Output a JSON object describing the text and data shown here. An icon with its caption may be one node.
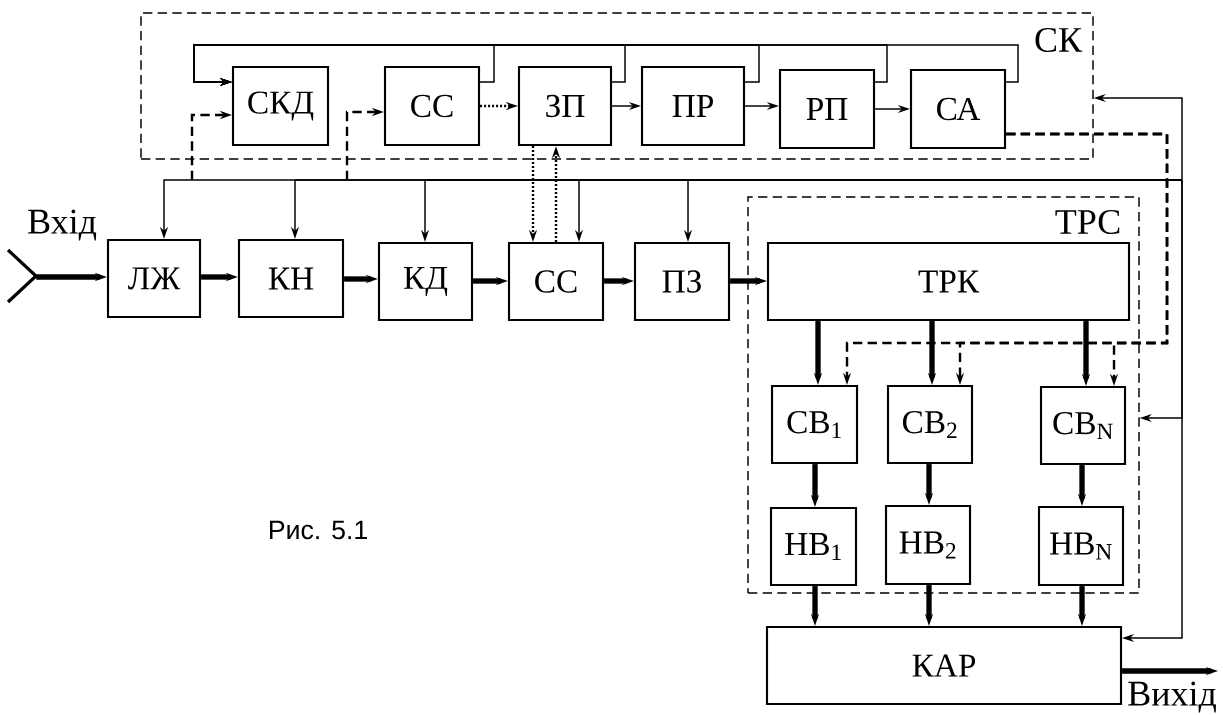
{
  "diagram": {
    "caption": "Рис. 5.1",
    "nodes": [
      {
        "text": [
          "СК"
        ]
      },
      {
        "text": [
          "СКД"
        ],
        "in": 0
      },
      {
        "text": [
          "СС"
        ],
        "in": 0
      },
      {
        "text": [
          "ЗП"
        ],
        "in": 0
      },
      {
        "text": [
          "ПР"
        ],
        "in": 0
      },
      {
        "text": [
          "РП"
        ],
        "in": 0
      },
      {
        "text": [
          "СА"
        ],
        "in": 0
      },
      {
        "text": [
          "Вхід"
        ]
      },
      {
        "text": [
          "ЛЖ"
        ]
      },
      {
        "text": [
          "КН"
        ]
      },
      {
        "text": [
          "КД"
        ]
      },
      {
        "text": [
          "СС"
        ]
      },
      {
        "text": [
          "ПЗ"
        ]
      },
      {
        "text": [
          "ТРС"
        ]
      },
      {
        "text": [
          "ТРК"
        ],
        "in": 13
      },
      {
        "text": [
          "СВ$_{1}$"
        ],
        "in": 13
      },
      {
        "text": [
          "СВ$_{2}$"
        ],
        "in": 13
      },
      {
        "text": [
          "СВ$_{N}$"
        ],
        "in": 13
      },
      {
        "text": [
          "НВ$_{1}$"
        ],
        "in": 13
      },
      {
        "text": [
          "НВ$_{2}$"
        ],
        "in": 13
      },
      {
        "text": [
          "НВ$_{N}$"
        ],
        "in": 13
      },
      {
        "text": [
          "КАР"
        ]
      }
    ],
    "edges": [
      {
        "from": 2,
        "to": 1,
        "arrow": "to"
      },
      {
        "from": 3,
        "to": 1,
        "arrow": "to"
      },
      {
        "from": 4,
        "to": 1,
        "arrow": "to"
      },
      {
        "from": 5,
        "to": 1,
        "arrow": "to"
      },
      {
        "from": 6,
        "to": 1,
        "arrow": "to"
      },
      {
        "from": 2,
        "to": 3,
        "arrow": "to",
        "style": "dashed"
      },
      {
        "from": 3,
        "to": 4,
        "arrow": "to"
      },
      {
        "from": 4,
        "to": 5,
        "arrow": "to"
      },
      {
        "from": 5,
        "to": 6,
        "arrow": "to"
      },
      {
        "from": 3,
        "to": 11,
        "arrow": "to",
        "style": "dashed"
      },
      {
        "from": 11,
        "to": 3,
        "arrow": "to",
        "style": "dashed"
      },
      {
        "from": 7,
        "to": 8,
        "arrow": "to",
        "style": "thick"
      },
      {
        "from": 8,
        "to": 9,
        "arrow": "to",
        "style": "thick"
      },
      {
        "from": 9,
        "to": 10,
        "arrow": "to",
        "style": "thick"
      },
      {
        "from": 10,
        "to": 11,
        "arrow": "to",
        "style": "thick"
      },
      {
        "from": 11,
        "to": 12,
        "arrow": "to",
        "style": "thick"
      },
      {
        "from": 12,
        "to": 14,
        "arrow": "to",
        "style": "thick"
      },
      {
        "from": 14,
        "to": 15,
        "arrow": "to",
        "style": "thick"
      },
      {
        "from": 14,
        "to": 16,
        "arrow": "to",
        "style": "thick"
      },
      {
        "from": 14,
        "to": 17,
        "arrow": "to",
        "style": "thick"
      },
      {
        "from": 15,
        "to": 18,
        "arrow": "to",
        "style": "thick"
      },
      {
        "from": 16,
        "to": 19,
        "arrow": "to",
        "style": "thick"
      },
      {
        "from": 17,
        "to": 20,
        "arrow": "to",
        "style": "thick"
      },
      {
        "from": 18,
        "to": 21,
        "arrow": "to",
        "style": "thick"
      },
      {
        "from": 19,
        "to": 21,
        "arrow": "to",
        "style": "thick"
      },
      {
        "from": 20,
        "to": 21,
        "arrow": "to",
        "style": "thick"
      },
      {
        "from": 6,
        "to": 15,
        "arrow": "to",
        "style": "dashed"
      },
      {
        "from": 6,
        "to": 16,
        "arrow": "to",
        "style": "dashed"
      },
      {
        "from": 6,
        "to": 17,
        "arrow": "to",
        "style": "dashed"
      },
      {
        "from": null,
        "to": 1,
        "arrow": "to",
        "style": "dashed"
      },
      {
        "from": null,
        "to": 2,
        "arrow": "to",
        "style": "dashed"
      },
      {
        "from": null,
        "to": 8,
        "arrow": "to"
      },
      {
        "from": null,
        "to": 9,
        "arrow": "to"
      },
      {
        "from": null,
        "to": 10,
        "arrow": "to"
      },
      {
        "from": null,
        "to": 11,
        "arrow": "to"
      },
      {
        "from": null,
        "to": 12,
        "arrow": "to"
      },
      {
        "from": null,
        "to": 0,
        "arrow": "to"
      },
      {
        "from": null,
        "to": 13,
        "arrow": "to"
      },
      {
        "from": null,
        "to": 21,
        "arrow": "to"
      },
      {
        "from": 21,
        "to": null,
        "arrow": "to",
        "style": "thick",
        "label": "Вихід"
      }
    ]
  }
}
